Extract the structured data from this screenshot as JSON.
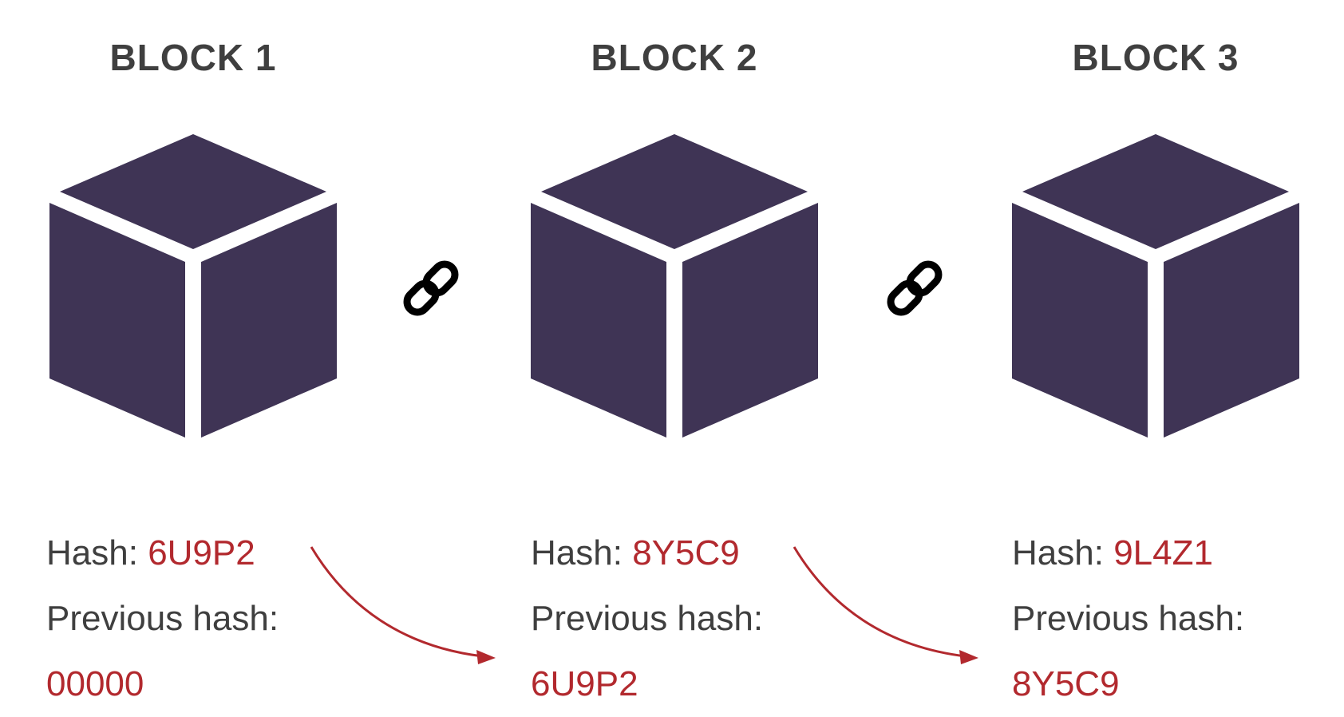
{
  "colors": {
    "cube": "#3f3455",
    "title": "#3f3f3f",
    "label": "#3f3f3f",
    "hash_value": "#b2292e",
    "arrow": "#b2292e",
    "link_icon": "#000000"
  },
  "blocks": [
    {
      "title": "BLOCK 1",
      "hash_label": "Hash:",
      "hash": "6U9P2",
      "prev_label": "Previous hash:",
      "prev_hash": "00000"
    },
    {
      "title": "BLOCK 2",
      "hash_label": "Hash:",
      "hash": "8Y5C9",
      "prev_label": "Previous hash:",
      "prev_hash": "6U9P2"
    },
    {
      "title": "BLOCK 3",
      "hash_label": "Hash:",
      "hash": "9L4Z1",
      "prev_label": "Previous hash:",
      "prev_hash": "8Y5C9"
    }
  ],
  "links": [
    {
      "icon": "chain-link-icon"
    },
    {
      "icon": "chain-link-icon"
    }
  ]
}
